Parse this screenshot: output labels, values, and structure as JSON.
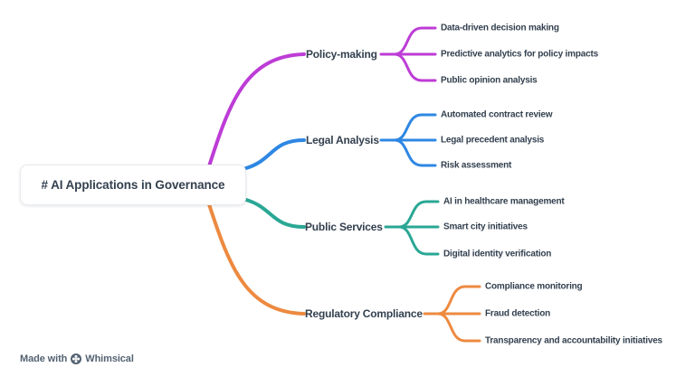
{
  "root": {
    "label": "# AI Applications in Governance"
  },
  "branches": [
    {
      "label": "Policy-making",
      "color": "#bd3cd6",
      "children": [
        "Data-driven decision making",
        "Predictive analytics for policy impacts",
        "Public opinion analysis"
      ]
    },
    {
      "label": "Legal Analysis",
      "color": "#2e87e3",
      "children": [
        "Automated contract review",
        "Legal precedent analysis",
        "Risk assessment"
      ]
    },
    {
      "label": "Public Services",
      "color": "#29a794",
      "children": [
        "AI in healthcare management",
        "Smart city initiatives",
        "Digital identity verification"
      ]
    },
    {
      "label": "Regulatory Compliance",
      "color": "#ed8a40",
      "children": [
        "Compliance monitoring",
        "Fraud detection",
        "Transparency and accountability initiatives"
      ]
    }
  ],
  "footer": {
    "made_with": "Made with",
    "brand": "Whimsical",
    "logo_icon": "whimsical-logo-icon"
  },
  "colors": {
    "background": "#ffffff",
    "node_text": "#33404f",
    "root_node_background": "#ffffff",
    "root_node_border": "#e9ebef",
    "footer_text": "#536271",
    "branch_policy_making": "#bd3cd6",
    "branch_legal_analysis": "#2e87e3",
    "branch_public_services": "#29a794",
    "branch_regulatory_compliance": "#ed8a40"
  }
}
